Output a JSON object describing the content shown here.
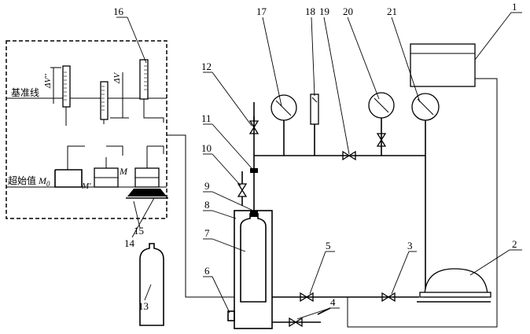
{
  "labels": {
    "n1": "1",
    "n2": "2",
    "n3": "3",
    "n4": "4",
    "n5": "5",
    "n6": "6",
    "n7": "7",
    "n8": "8",
    "n9": "9",
    "n10": "10",
    "n11": "11",
    "n12": "12",
    "n13": "13",
    "n14": "14",
    "n15": "15",
    "n16": "16",
    "n17": "17",
    "n18": "18",
    "n19": "19",
    "n20": "20",
    "n21": "21"
  },
  "text": {
    "baseline": "基准线",
    "initial": "超始值",
    "m0_sym": "M",
    "m0_sub": "0",
    "m_prime": "M'",
    "m_sym": "M",
    "dv_double": "ΔV''",
    "dv": "ΔV"
  }
}
